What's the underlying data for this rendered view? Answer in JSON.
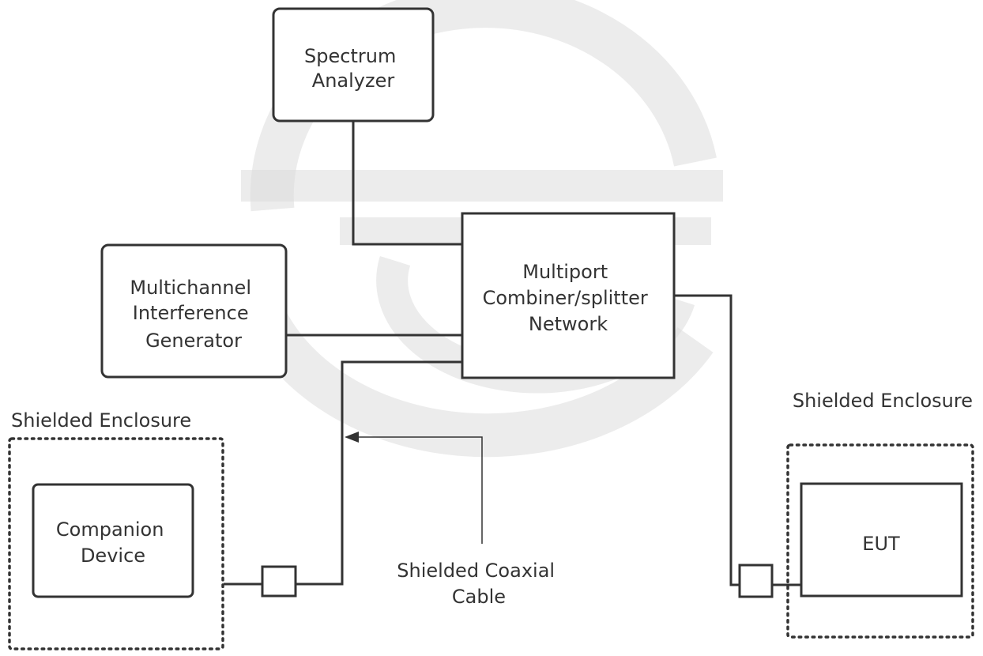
{
  "nodes": {
    "spectrum_analyzer": [
      "Spectrum",
      "Analyzer"
    ],
    "interference_generator": [
      "Multichannel",
      "Interference",
      "Generator"
    ],
    "combiner_network": [
      "Multiport",
      "Combiner/splitter",
      "Network"
    ],
    "companion_device": [
      "Companion",
      "Device"
    ],
    "eut": [
      "EUT"
    ]
  },
  "enclosures": {
    "left_label": "Shielded Enclosure",
    "right_label": "Shielded Enclosure"
  },
  "annotation": {
    "coax_cable": [
      "Shielded Coaxial",
      "Cable"
    ]
  },
  "colors": {
    "line": "#333333",
    "text": "#333333",
    "watermark": "#dcdcdc",
    "background": "#ffffff"
  }
}
